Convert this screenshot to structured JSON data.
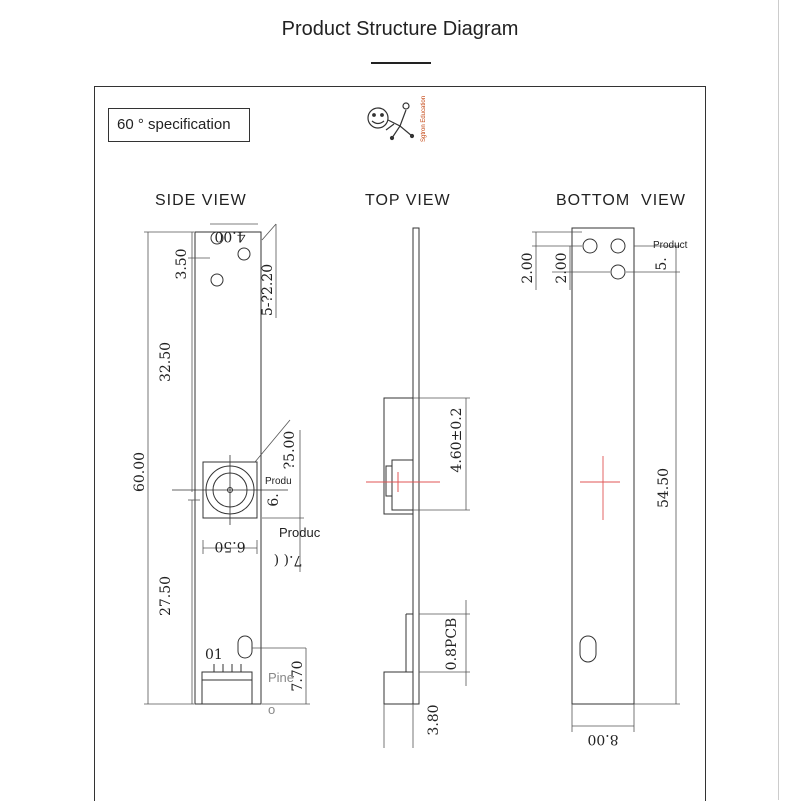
{
  "header": {
    "title": "Product Structure Diagram"
  },
  "spec_label": "60 ° specification",
  "logo": {
    "caption": "Sgtron Education",
    "icon": "smiley-stick-figure-icon"
  },
  "views": {
    "side": {
      "label": "SIDE VIEW",
      "dims": {
        "top_width": "4.00",
        "hole_offset": "3.50",
        "hole_spec": "5-?2.20",
        "upper_length": "32.50",
        "total_length": "60.00",
        "lens_height": "?5.00",
        "lens_width": "6.50",
        "lower_length": "27.50",
        "connector_offset": "7.70"
      },
      "labels": {
        "produ_small": "Produ",
        "six": "6.",
        "produc": "Produc",
        "seven": "7.( (",
        "connector_pin": "01",
        "pine": "Pine",
        "o": "o"
      }
    },
    "top": {
      "label": "TOP VIEW",
      "dims": {
        "lens_depth": "4.60±0.2",
        "pcb": "0.8PCB",
        "connector_height": "3.80"
      }
    },
    "bottom": {
      "label": "BOTTOM  VIEW",
      "dims": {
        "hole_a": "2.00",
        "hole_b": "2.00",
        "five": "5.",
        "length": "54.50",
        "width": "8.00"
      },
      "labels": {
        "product": "Product"
      }
    }
  },
  "colors": {
    "line": "#333333",
    "dim_line": "#555555",
    "crosshair": "#e05555",
    "logo": "#c2410c"
  }
}
